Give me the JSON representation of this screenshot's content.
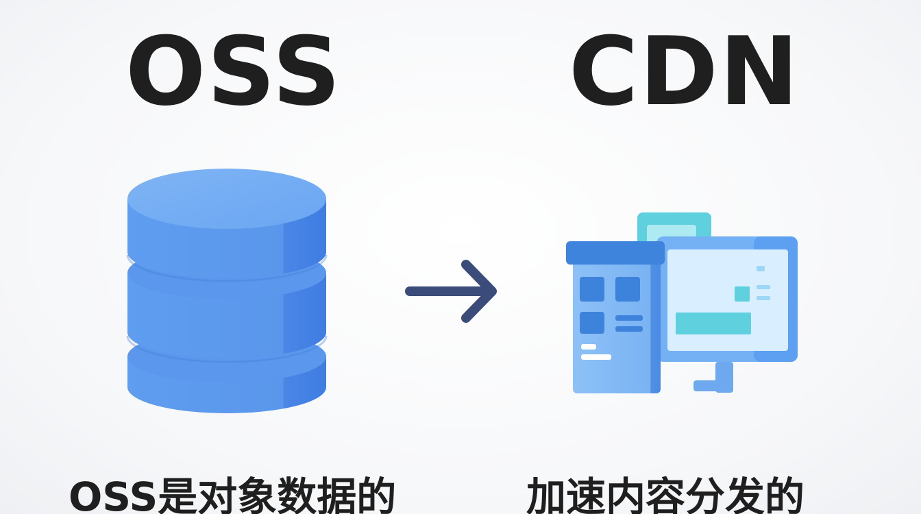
{
  "left": {
    "title": "OSS",
    "caption": "OSS是对象数据的",
    "icon": "database-icon"
  },
  "arrow": {
    "icon": "arrow-right-icon"
  },
  "right": {
    "title": "CDN",
    "caption": "加速内容分发的",
    "icon": "devices-icon"
  },
  "colors": {
    "title": "#1f1f1f",
    "database_blue": "#5b9cf0",
    "arrow": "#3b4c7a",
    "teal": "#5ed0de",
    "device_blue": "#74b1f4"
  }
}
